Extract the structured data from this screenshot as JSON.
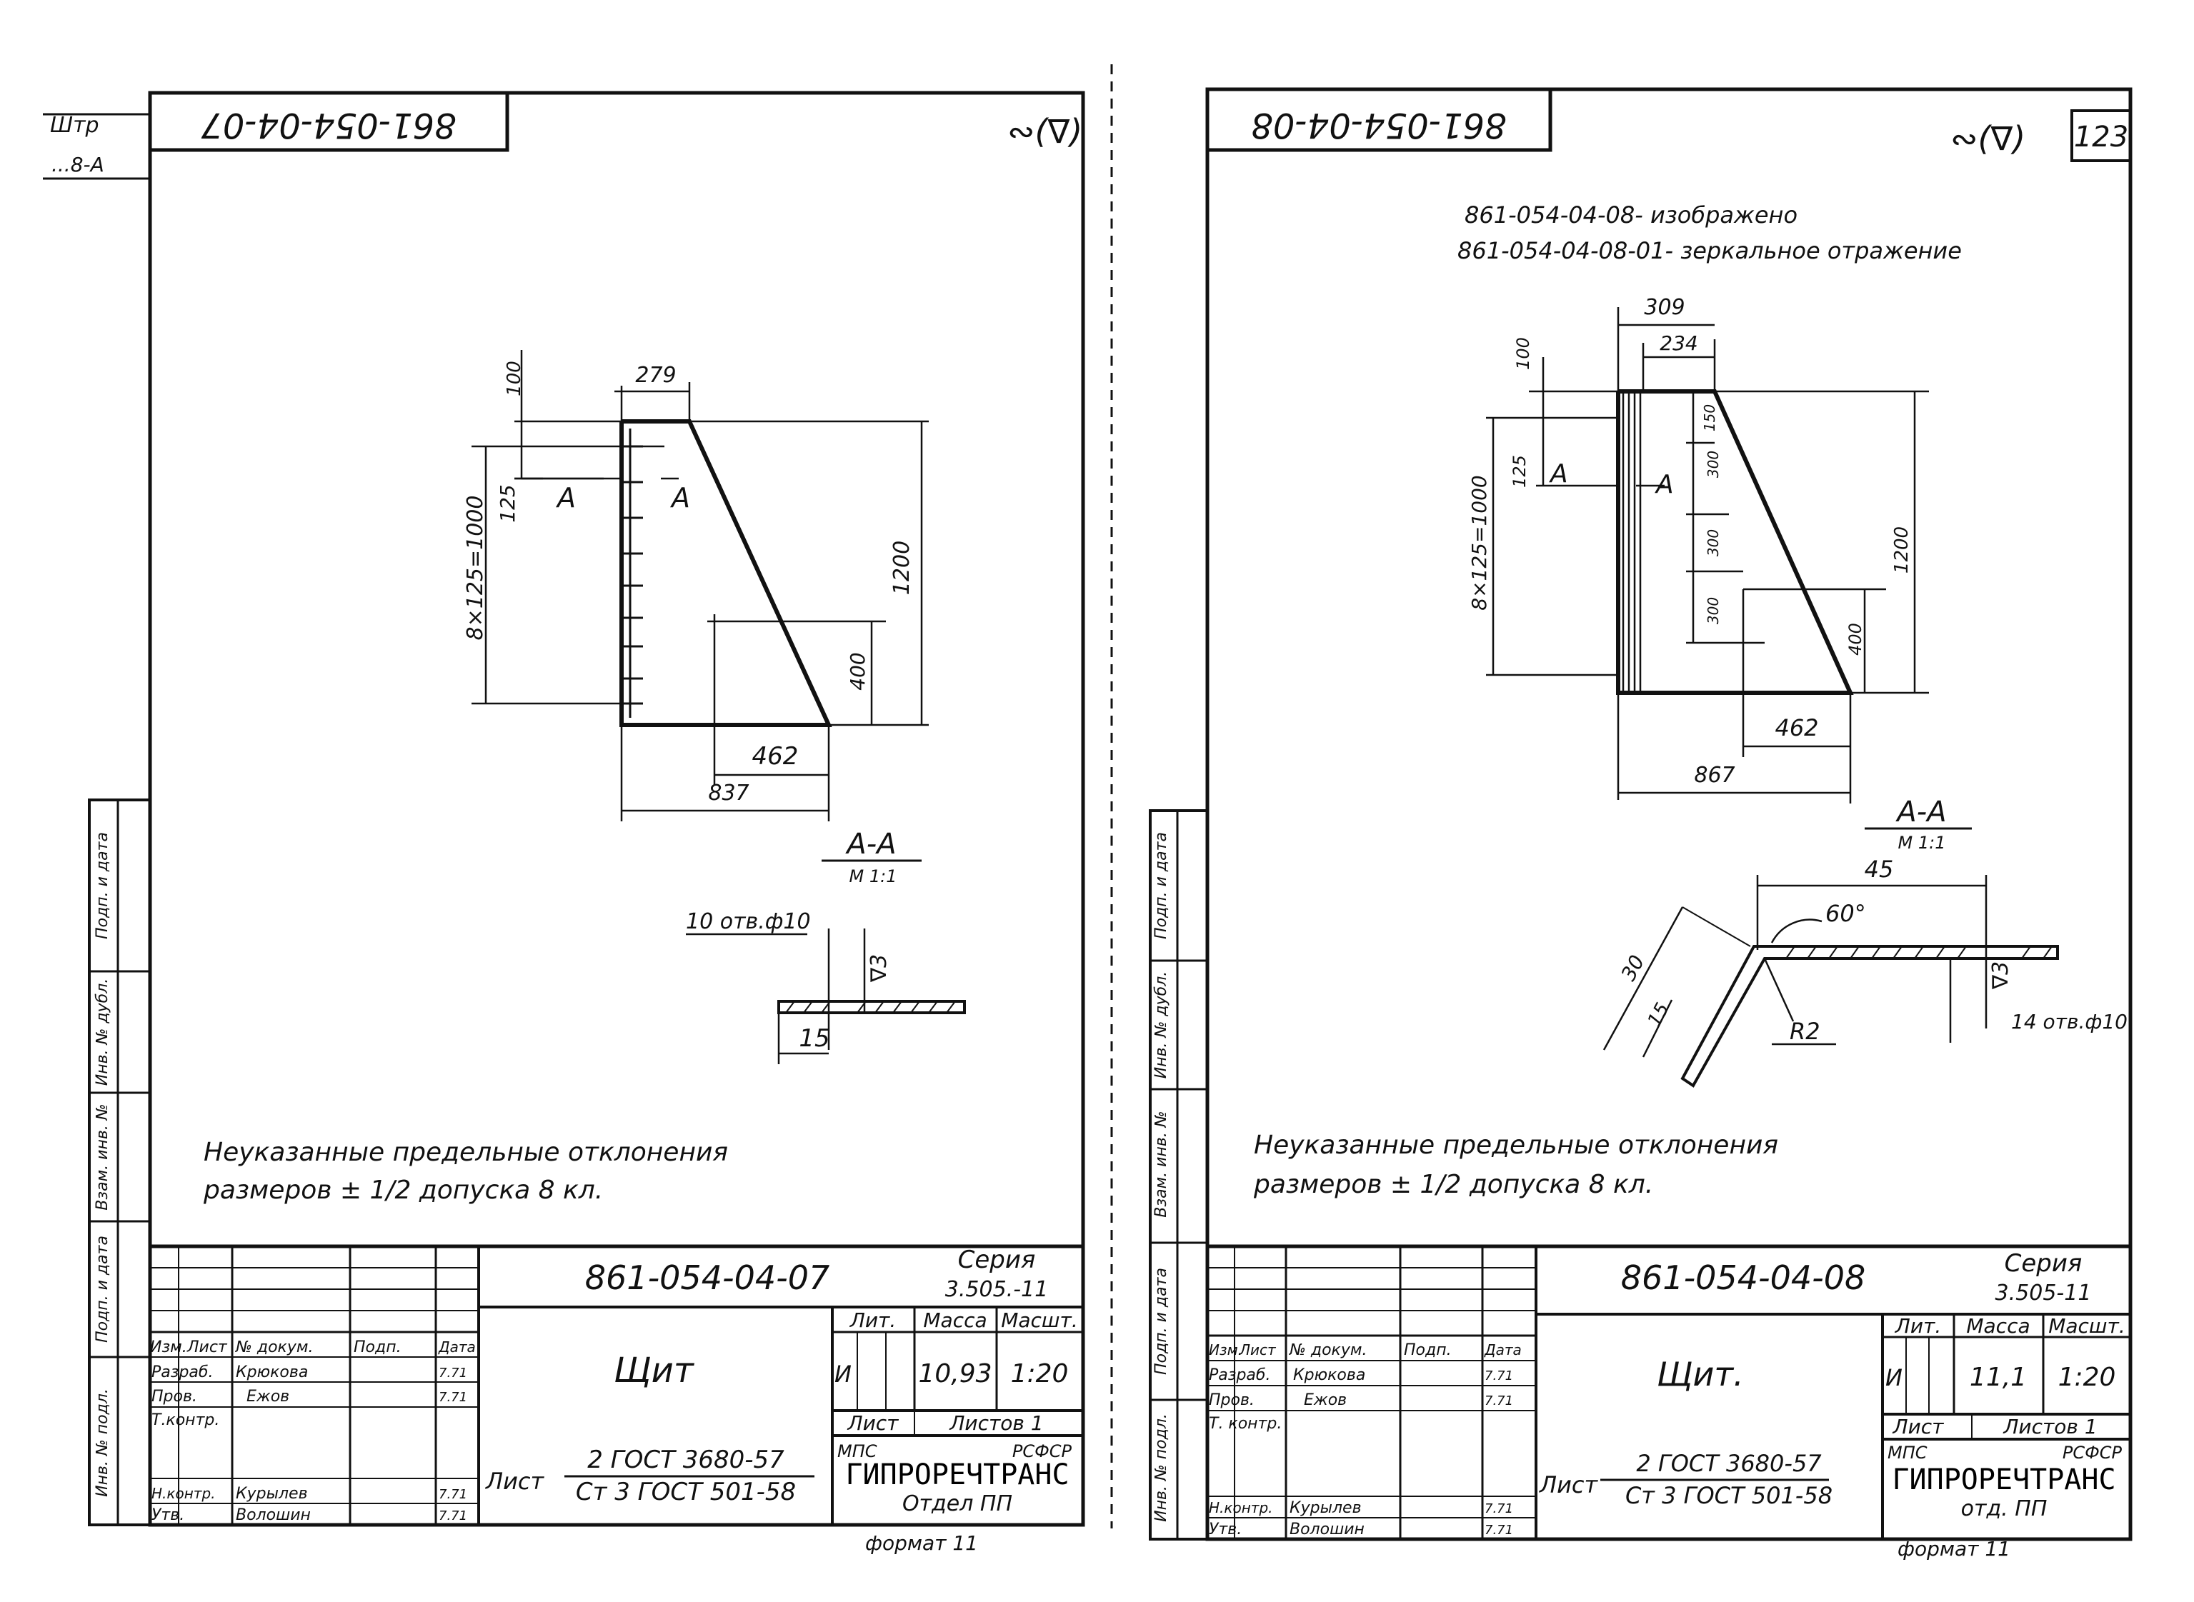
{
  "left_sheet": {
    "stamp_top": "861-054-04-07",
    "surface_mark": "∾(∇)",
    "corner_label_1": "Штр",
    "corner_label_2": "...8-А",
    "dims": {
      "d279": "279",
      "d100": "100",
      "d125": "125",
      "d8x125": "8×125=1000",
      "d1200": "1200",
      "d400": "400",
      "d462": "462",
      "d837": "837"
    },
    "section_mark": "А",
    "section_title": "А-А",
    "section_scale": "М 1:1",
    "holes_note": "10 отв.ф10",
    "weld_mark": "∇3",
    "d15": "15",
    "tolerance_line1": "Неуказанные   предельные   отклонения",
    "tolerance_line2": "размеров ± 1/2 допуска 8 кл.",
    "designation": "861-054-04-07",
    "series_label": "Серия",
    "series_value": "3.505.-11",
    "col_lit": "Лит.",
    "col_mass": "Масса",
    "col_scale": "Масшт.",
    "lit_value": "И",
    "mass_value": "10,93",
    "scale_value": "1:20",
    "name": "Щит",
    "sheet_label": "Лист",
    "sheets_label": "Листов 1",
    "material_label": "Лист",
    "material_top": "2 ГОСТ 3680-57",
    "material_bottom": "Ст 3 ГОСТ 501-58",
    "org_line1": "МПС",
    "org_line2": "РСФСР",
    "org_name": "ГИПРОРЕЧТРАНС",
    "org_dept": "Отдел ПП",
    "format": "формат 11",
    "stamp_rows": [
      {
        "role": "Изм.",
        "doc": "Лист",
        "sign": "№ докум.",
        "name": "Подп.",
        "date": "Дата"
      },
      {
        "role": "Разраб.",
        "doc": "",
        "sign": "Крюкова",
        "name": "",
        "date": "7.71"
      },
      {
        "role": "Пров.",
        "doc": "",
        "sign": "Ежов",
        "name": "",
        "date": "7.71"
      },
      {
        "role": "Т.контр.",
        "doc": "",
        "sign": "",
        "name": "",
        "date": ""
      },
      {
        "role": "Н.контр.",
        "doc": "",
        "sign": "Курылев",
        "name": "",
        "date": "7.71"
      },
      {
        "role": "Утв.",
        "doc": "",
        "sign": "Волошин",
        "name": "",
        "date": "7.71"
      }
    ],
    "side_labels": [
      "Подп. и дата",
      "Инв. № дубл.",
      "Взам. инв. №",
      "Подп. и дата",
      "Инв. № подл."
    ]
  },
  "right_sheet": {
    "stamp_top": "861-054-04-08",
    "surface_mark": "∾(∇)",
    "page_number": "123",
    "note_line1": "861-054-04-08- изображено",
    "note_line2": "861-054-04-08-01- зеркальное отражение",
    "dims": {
      "d309": "309",
      "d234": "234",
      "d100": "100",
      "d125": "125",
      "d8x125": "8×125=1000",
      "d150": "150",
      "d300a": "300",
      "d300b": "300",
      "d300c": "300",
      "d1200": "1200",
      "d400": "400",
      "d462": "462",
      "d867": "867"
    },
    "section_mark": "А",
    "section_title": "А-А",
    "section_scale": "М 1:1",
    "d45": "45",
    "angle": "60°",
    "d30": "30",
    "d15": "15",
    "radius": "R2",
    "weld_mark": "∇3",
    "holes_note": "14 отв.ф10",
    "tolerance_line1": "Неуказанные   предельные   отклонения",
    "tolerance_line2": "размеров ± 1/2 допуска 8 кл.",
    "designation": "861-054-04-08",
    "series_label": "Серия",
    "series_value": "3.505-11",
    "col_lit": "Лит.",
    "col_mass": "Масса",
    "col_scale": "Масшт.",
    "lit_value": "И",
    "mass_value": "11,1",
    "scale_value": "1:20",
    "name": "Щит.",
    "sheet_label": "Лист",
    "sheets_label": "Листов 1",
    "material_label": "Лист",
    "material_top": "2 ГОСТ 3680-57",
    "material_bottom": "Ст 3 ГОСТ 501-58",
    "org_line1": "МПС",
    "org_line2": "РСФСР",
    "org_name": "ГИПРОРЕЧТРАНС",
    "org_dept": "отд. ПП",
    "format": "формат 11",
    "stamp_rows": [
      {
        "role": "Изм.",
        "doc": "Лист",
        "sign": "№ докум.",
        "name": "Подп.",
        "date": "Дата"
      },
      {
        "role": "Разраб.",
        "doc": "",
        "sign": "Крюкова",
        "name": "",
        "date": "7.71"
      },
      {
        "role": "Пров.",
        "doc": "",
        "sign": "Ежов",
        "name": "",
        "date": "7.71"
      },
      {
        "role": "Т. контр.",
        "doc": "",
        "sign": "",
        "name": "",
        "date": ""
      },
      {
        "role": "Н.контр.",
        "doc": "",
        "sign": "Курылев",
        "name": "",
        "date": "7.71"
      },
      {
        "role": "Утв.",
        "doc": "",
        "sign": "Волошин",
        "name": "",
        "date": "7.71"
      }
    ],
    "side_labels": [
      "Подп. и дата",
      "Инв. № дубл.",
      "Взам. инв. №",
      "Подп. и дата",
      "Инв. № подл."
    ]
  }
}
